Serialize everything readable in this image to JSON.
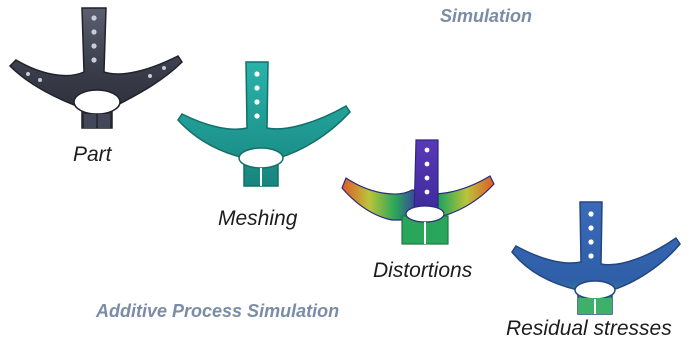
{
  "headings": {
    "top": "Simulation",
    "bottom": "Additive Process Simulation"
  },
  "stages": [
    {
      "label": "Part"
    },
    {
      "label": "Meshing"
    },
    {
      "label": "Distortions"
    },
    {
      "label": "Residual stresses"
    }
  ],
  "colors": {
    "heading": "#7b8ca6",
    "part_body": "#3a3d4a",
    "part_highlight": "#8a8ea0",
    "mesh_body": "#1f9e96",
    "mesh_edge": "#167a74",
    "distortion_core": "#4b2aa0",
    "distortion_mid": "#2aa65a",
    "distortion_tip": "#e05a2a",
    "stress_body": "#2f5fa8",
    "stress_base": "#3fb06a"
  }
}
